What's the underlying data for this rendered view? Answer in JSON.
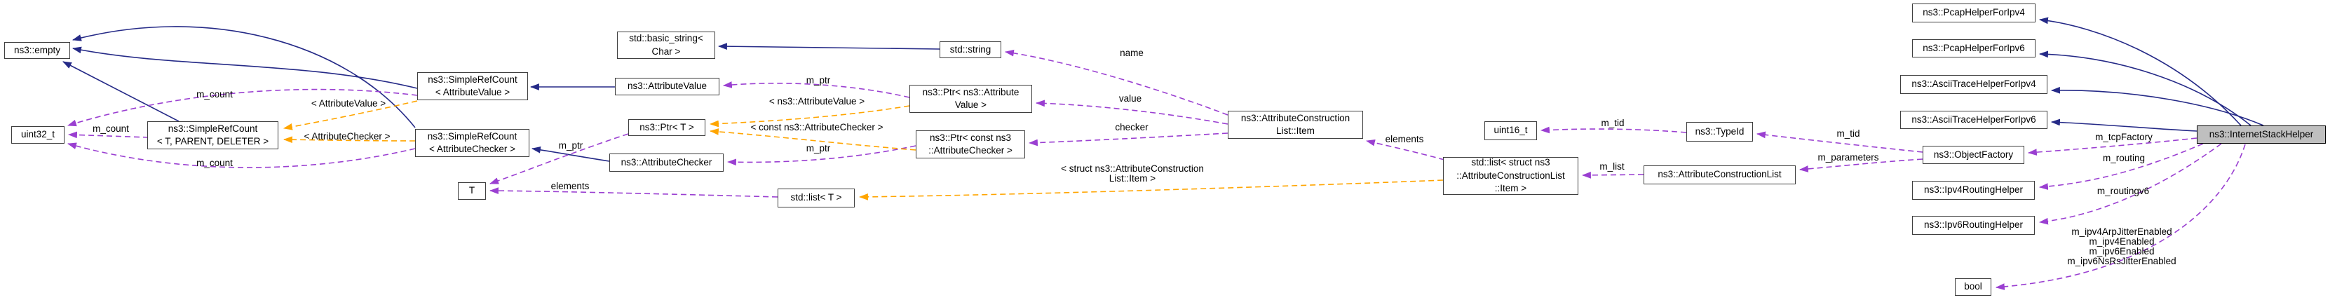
{
  "diagram": {
    "title": "ns3::InternetStackHelper collaboration diagram",
    "highlight_node": "internet-stack-helper",
    "colors": {
      "inheritance_edge": "#252a87",
      "usage_edge": "#9a3fd1",
      "template_edge": "#ffa500",
      "node_border": "#3f3f3f",
      "highlight_fill": "#bfbfbf",
      "background": "#ffffff"
    },
    "nodes": [
      {
        "id": "empty",
        "lines": [
          "ns3::empty"
        ]
      },
      {
        "id": "uint32-t",
        "lines": [
          "uint32_t"
        ]
      },
      {
        "id": "simple-ref-count-tpl",
        "lines": [
          "ns3::SimpleRefCount",
          "< T, PARENT, DELETER >"
        ]
      },
      {
        "id": "simple-ref-count-attribute-value",
        "lines": [
          "ns3::SimpleRefCount",
          "< AttributeValue >"
        ]
      },
      {
        "id": "simple-ref-count-attribute-checker",
        "lines": [
          "ns3::SimpleRefCount",
          "< AttributeChecker >"
        ]
      },
      {
        "id": "basic-string",
        "lines": [
          "std::basic_string<",
          "Char >"
        ]
      },
      {
        "id": "attribute-value",
        "lines": [
          "ns3::AttributeValue"
        ]
      },
      {
        "id": "ptr-t",
        "lines": [
          "ns3::Ptr< T >"
        ]
      },
      {
        "id": "attribute-checker",
        "lines": [
          "ns3::AttributeChecker"
        ]
      },
      {
        "id": "t",
        "lines": [
          "T"
        ]
      },
      {
        "id": "std-string",
        "lines": [
          "std::string"
        ]
      },
      {
        "id": "ptr-attribute-value",
        "lines": [
          "ns3::Ptr< ns3::Attribute",
          "Value >"
        ]
      },
      {
        "id": "ptr-const-attribute-checker",
        "lines": [
          "ns3::Ptr< const ns3",
          "::AttributeChecker >"
        ]
      },
      {
        "id": "list-t",
        "lines": [
          "std::list< T >"
        ]
      },
      {
        "id": "attribute-construction-list-item",
        "lines": [
          "ns3::AttributeConstruction",
          "List::Item"
        ]
      },
      {
        "id": "uint16-t",
        "lines": [
          "uint16_t"
        ]
      },
      {
        "id": "list-struct-item",
        "lines": [
          "std::list< struct ns3",
          "::AttributeConstructionList",
          "::Item >"
        ]
      },
      {
        "id": "type-id",
        "lines": [
          "ns3::TypeId"
        ]
      },
      {
        "id": "attribute-construction-list",
        "lines": [
          "ns3::AttributeConstructionList"
        ]
      },
      {
        "id": "pcap-helper-for-ipv4",
        "lines": [
          "ns3::PcapHelperForIpv4"
        ]
      },
      {
        "id": "pcap-helper-for-ipv6",
        "lines": [
          "ns3::PcapHelperForIpv6"
        ]
      },
      {
        "id": "ascii-trace-helper-for-ipv4",
        "lines": [
          "ns3::AsciiTraceHelperForIpv4"
        ]
      },
      {
        "id": "ascii-trace-helper-for-ipv6",
        "lines": [
          "ns3::AsciiTraceHelperForIpv6"
        ]
      },
      {
        "id": "internet-stack-helper",
        "lines": [
          "ns3::InternetStackHelper"
        ]
      },
      {
        "id": "object-factory",
        "lines": [
          "ns3::ObjectFactory"
        ]
      },
      {
        "id": "ipv4-routing-helper",
        "lines": [
          "ns3::Ipv4RoutingHelper"
        ]
      },
      {
        "id": "ipv6-routing-helper",
        "lines": [
          "ns3::Ipv6RoutingHelper"
        ]
      },
      {
        "id": "bool",
        "lines": [
          "bool"
        ]
      }
    ],
    "edge_labels": [
      {
        "id": "m-count-top",
        "lines": [
          "m_count"
        ]
      },
      {
        "id": "tpl-attribute-value",
        "lines": [
          "< AttributeValue >"
        ]
      },
      {
        "id": "m-count-mid",
        "lines": [
          "m_count"
        ]
      },
      {
        "id": "tpl-attribute-checker",
        "lines": [
          "< AttributeChecker >"
        ]
      },
      {
        "id": "m-count-bottom",
        "lines": [
          "m_count"
        ]
      },
      {
        "id": "m-ptr-value",
        "lines": [
          "m_ptr"
        ]
      },
      {
        "id": "tpl-ns3-attribute-value",
        "lines": [
          "< ns3::AttributeValue >"
        ]
      },
      {
        "id": "tpl-const-ns3-attribute-checker",
        "lines": [
          "< const ns3::AttributeChecker >"
        ]
      },
      {
        "id": "m-ptr-checker",
        "lines": [
          "m_ptr"
        ]
      },
      {
        "id": "m-ptr-t",
        "lines": [
          "m_ptr"
        ]
      },
      {
        "id": "elements-t",
        "lines": [
          "elements"
        ]
      },
      {
        "id": "name",
        "lines": [
          "name"
        ]
      },
      {
        "id": "value",
        "lines": [
          "value"
        ]
      },
      {
        "id": "checker",
        "lines": [
          "checker"
        ]
      },
      {
        "id": "tpl-struct-item",
        "lines": [
          "< struct ns3::AttributeConstruction",
          "List::Item >"
        ]
      },
      {
        "id": "elements-item",
        "lines": [
          "elements"
        ]
      },
      {
        "id": "m-tid-uint16",
        "lines": [
          "m_tid"
        ]
      },
      {
        "id": "m-list",
        "lines": [
          "m_list"
        ]
      },
      {
        "id": "m-tid-factory",
        "lines": [
          "m_tid"
        ]
      },
      {
        "id": "m-parameters",
        "lines": [
          "m_parameters"
        ]
      },
      {
        "id": "m-tcp-factory",
        "lines": [
          "m_tcpFactory"
        ]
      },
      {
        "id": "m-routing",
        "lines": [
          "m_routing"
        ]
      },
      {
        "id": "m-routingv6",
        "lines": [
          "m_routingv6"
        ]
      },
      {
        "id": "bool-members",
        "lines": [
          "m_ipv4ArpJitterEnabled",
          "m_ipv4Enabled",
          "m_ipv6Enabled",
          "m_ipv6NsRsJitterEnabled"
        ]
      }
    ]
  }
}
